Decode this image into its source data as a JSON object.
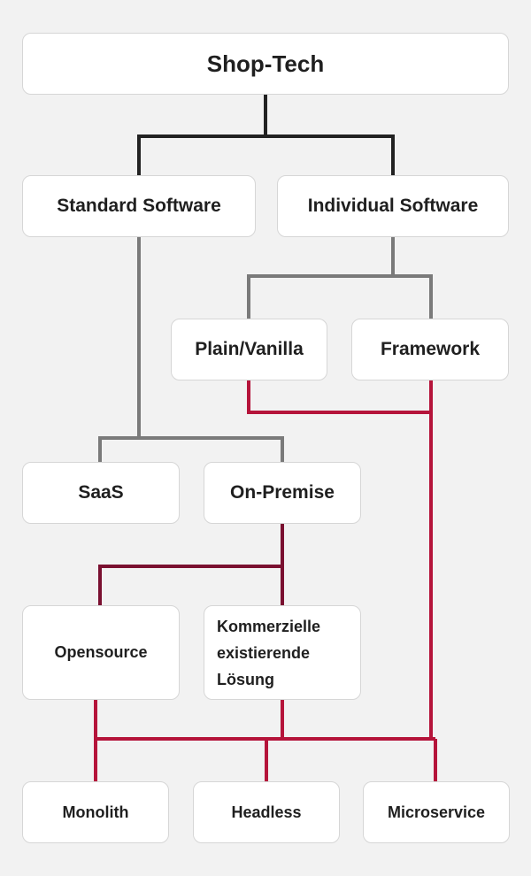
{
  "diagram": {
    "nodes": {
      "root": "Shop-Tech",
      "standard_software": "Standard Software",
      "individual_software": "Individual Software",
      "plain_vanilla": "Plain/Vanilla",
      "framework": "Framework",
      "saas": "SaaS",
      "on_premise": "On-Premise",
      "opensource": "Opensource",
      "kommerzielle": "Kommerzielle\nexistierende\nLösung",
      "monolith": "Monolith",
      "headless": "Headless",
      "microservice": "Microservice"
    },
    "edges": [
      {
        "from": "root",
        "to": "standard_software"
      },
      {
        "from": "root",
        "to": "individual_software"
      },
      {
        "from": "individual_software",
        "to": "plain_vanilla"
      },
      {
        "from": "individual_software",
        "to": "framework"
      },
      {
        "from": "standard_software",
        "to": "saas"
      },
      {
        "from": "standard_software",
        "to": "on_premise"
      },
      {
        "from": "on_premise",
        "to": "opensource"
      },
      {
        "from": "on_premise",
        "to": "kommerzielle"
      },
      {
        "from": "plain_vanilla",
        "to": "microservice"
      },
      {
        "from": "framework",
        "to": "microservice"
      },
      {
        "from": "opensource",
        "to": "monolith"
      },
      {
        "from": "opensource",
        "to": "headless"
      },
      {
        "from": "opensource",
        "to": "microservice"
      },
      {
        "from": "kommerzielle",
        "to": "monolith"
      },
      {
        "from": "kommerzielle",
        "to": "headless"
      },
      {
        "from": "kommerzielle",
        "to": "microservice"
      }
    ],
    "colors": {
      "background": "#f2f2f2",
      "box": "#ffffff",
      "box_border": "#d6d6d6",
      "text": "#1f1f1f",
      "line_dark": "#222222",
      "line_gray": "#7a7a7a",
      "line_red": "#b5143a",
      "line_darkred": "#7a1030"
    }
  }
}
